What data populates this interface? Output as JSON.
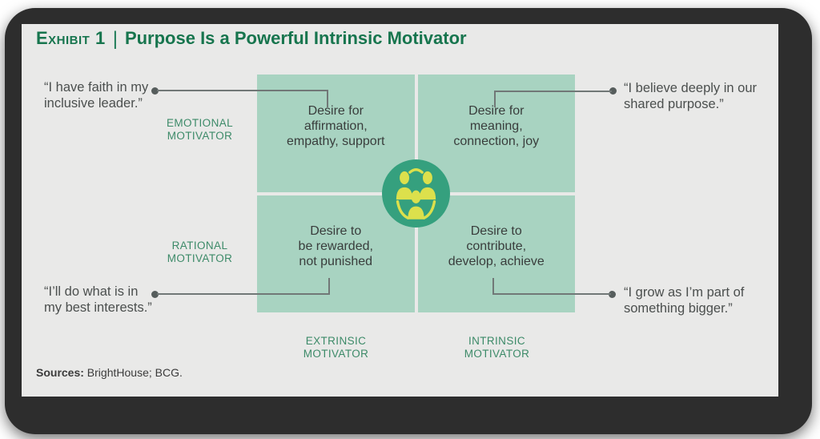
{
  "header": {
    "exhibit_label": "Exhibit 1",
    "divider": "|",
    "title": "Purpose Is a Powerful Intrinsic Motivator"
  },
  "quadrants": {
    "top_left": "Desire for\naffirmation,\nempathy, support",
    "top_right": "Desire for\nmeaning,\nconnection, joy",
    "bottom_left": "Desire to\nbe rewarded,\nnot punished",
    "bottom_right": "Desire to\ncontribute,\ndevelop, achieve"
  },
  "axis_labels": {
    "emotional": "EMOTIONAL\nMOTIVATOR",
    "rational": "RATIONAL\nMOTIVATOR",
    "extrinsic": "EXTRINSIC\nMOTIVATOR",
    "intrinsic": "INTRINSIC\nMOTIVATOR"
  },
  "quotes": {
    "top_left": "“I have faith in my\ninclusive leader.”",
    "top_right": "“I believe deeply in our\nshared purpose.”",
    "bottom_left": "“I’ll do what is in\nmy best interests.”",
    "bottom_right": "“I grow as I’m part of\nsomething bigger.”"
  },
  "footer": {
    "sources_label": "Sources:",
    "sources_text": " BrightHouse; BCG."
  },
  "icons": {
    "center": "people-network-icon"
  },
  "colors": {
    "title_green": "#17754e",
    "axis_label_green": "#3c8a68",
    "quadrant_fill": "#a8d3c1",
    "icon_circle": "#35a07e",
    "icon_people": "#dce04c",
    "card_background": "#e9e9e8",
    "frame_background": "#2d2d2d",
    "quote_text": "#4b4f4e",
    "connector_line": "#717877"
  }
}
